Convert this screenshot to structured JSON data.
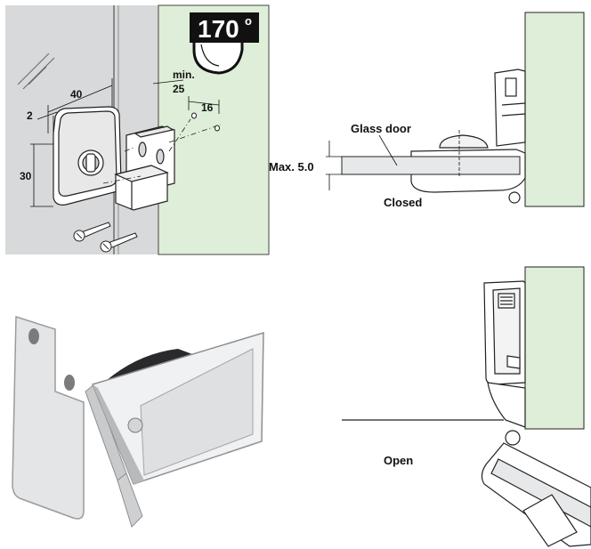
{
  "colors": {
    "panel_grey": "#d8d9da",
    "wall_green": "#deeed8",
    "badge_black": "#111111",
    "metal_light": "#e9eaec",
    "metal_dark": "#2a2a2c"
  },
  "icons": [
    "angle-badge-icon",
    "screw-icon"
  ],
  "badge": {
    "angle": "170",
    "degree": "o"
  },
  "exploded_view": {
    "dim_width": "40",
    "dim_thickness": "2",
    "dim_height": "30",
    "dim_min_label": "min.",
    "dim_min_value": "25",
    "dim_hole_spacing": "16"
  },
  "closed_view": {
    "glass_label": "Glass door",
    "max_label": "Max. 5.0",
    "state_label": "Closed"
  },
  "open_view": {
    "state_label": "Open"
  }
}
